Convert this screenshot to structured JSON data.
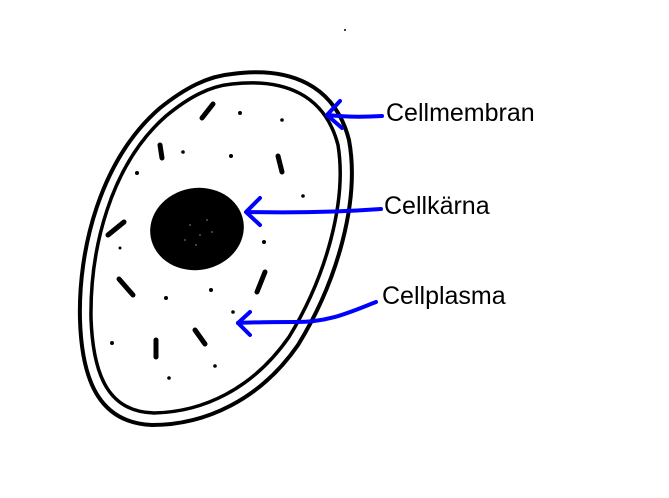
{
  "labels": {
    "membrane": "Cellmembran",
    "nucleus": "Cellkärna",
    "cytoplasm": "Cellplasma"
  },
  "colors": {
    "background": "#ffffff",
    "outline": "#000000",
    "arrow": "#0000ff"
  },
  "icons": {
    "arrow": "arrow-left-icon"
  }
}
